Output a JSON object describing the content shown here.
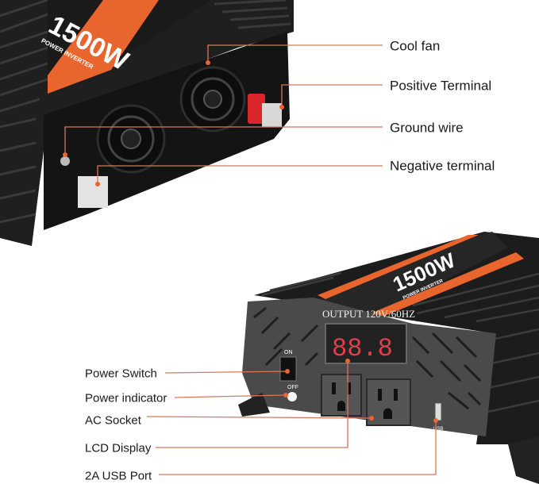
{
  "colors": {
    "accent": "#e8652e",
    "leader_line": "#d9775a",
    "body": "#1c1c1c",
    "panel": "#4a4a4a",
    "lcd": "#e0404a"
  },
  "top_device": {
    "brand_text": "1500W",
    "subtitle_text": "POWER INVERTER",
    "callouts": [
      {
        "label": "Cool fan"
      },
      {
        "label": "Positive Terminal"
      },
      {
        "label": "Ground wire"
      },
      {
        "label": "Negative terminal"
      }
    ]
  },
  "bottom_device": {
    "brand_text": "1500W",
    "subtitle_text": "POWER INVERTER",
    "output_text": "OUTPUT  120V/60HZ",
    "lcd_value": "88.8",
    "switch_on": "ON",
    "switch_off": "OFF",
    "usb_text": "USB",
    "callouts": [
      {
        "label": "Power Switch"
      },
      {
        "label": "Power indicator"
      },
      {
        "label": "AC Socket"
      },
      {
        "label": "LCD Display"
      },
      {
        "label": "2A USB Port"
      }
    ]
  }
}
